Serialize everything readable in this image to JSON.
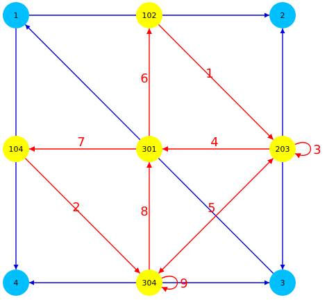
{
  "colors": {
    "blue_node": "#00BFFF",
    "yellow_node": "#FFFF00",
    "blue_edge": "#0000DD",
    "red_edge": "#FF0000"
  },
  "nodes": [
    {
      "id": "1",
      "label": "1",
      "fill": "blue"
    },
    {
      "id": "2",
      "label": "2",
      "fill": "blue"
    },
    {
      "id": "3",
      "label": "3",
      "fill": "blue"
    },
    {
      "id": "4",
      "label": "4",
      "fill": "blue"
    },
    {
      "id": "102",
      "label": "102",
      "fill": "yellow"
    },
    {
      "id": "104",
      "label": "104",
      "fill": "yellow"
    },
    {
      "id": "203",
      "label": "203",
      "fill": "yellow"
    },
    {
      "id": "301",
      "label": "301",
      "fill": "yellow"
    },
    {
      "id": "304",
      "label": "304",
      "fill": "yellow"
    }
  ],
  "edges": [
    {
      "from": "1",
      "to": "102",
      "color": "blue",
      "directed": false,
      "label": ""
    },
    {
      "from": "102",
      "to": "2",
      "color": "blue",
      "directed": true,
      "label": ""
    },
    {
      "from": "104",
      "to": "1",
      "color": "blue",
      "directed": false,
      "label": ""
    },
    {
      "from": "104",
      "to": "4",
      "color": "blue",
      "directed": true,
      "label": ""
    },
    {
      "from": "3",
      "to": "1",
      "color": "blue",
      "directed": true,
      "label": ""
    },
    {
      "from": "203",
      "to": "2",
      "color": "blue",
      "directed": true,
      "label": ""
    },
    {
      "from": "203",
      "to": "3",
      "color": "blue",
      "directed": true,
      "label": ""
    },
    {
      "from": "304",
      "to": "4",
      "color": "blue",
      "directed": true,
      "label": ""
    },
    {
      "from": "304",
      "to": "3",
      "color": "blue",
      "directed": true,
      "label": ""
    },
    {
      "from": "102",
      "to": "203",
      "color": "red",
      "directed": true,
      "label": "1"
    },
    {
      "from": "104",
      "to": "304",
      "color": "red",
      "directed": true,
      "label": "2"
    },
    {
      "from": "203",
      "to": "203",
      "color": "red",
      "directed": true,
      "label": "3",
      "loop": true
    },
    {
      "from": "203",
      "to": "301",
      "color": "red",
      "directed": true,
      "label": "4"
    },
    {
      "from": "304",
      "to": "203",
      "color": "red",
      "directed": true,
      "bidirectional": true,
      "label": "5"
    },
    {
      "from": "301",
      "to": "102",
      "color": "red",
      "directed": true,
      "label": "6"
    },
    {
      "from": "301",
      "to": "104",
      "color": "red",
      "directed": true,
      "label": "7"
    },
    {
      "from": "304",
      "to": "301",
      "color": "red",
      "directed": true,
      "label": "8"
    },
    {
      "from": "304",
      "to": "304",
      "color": "red",
      "directed": true,
      "label": "9",
      "loop": true
    }
  ]
}
